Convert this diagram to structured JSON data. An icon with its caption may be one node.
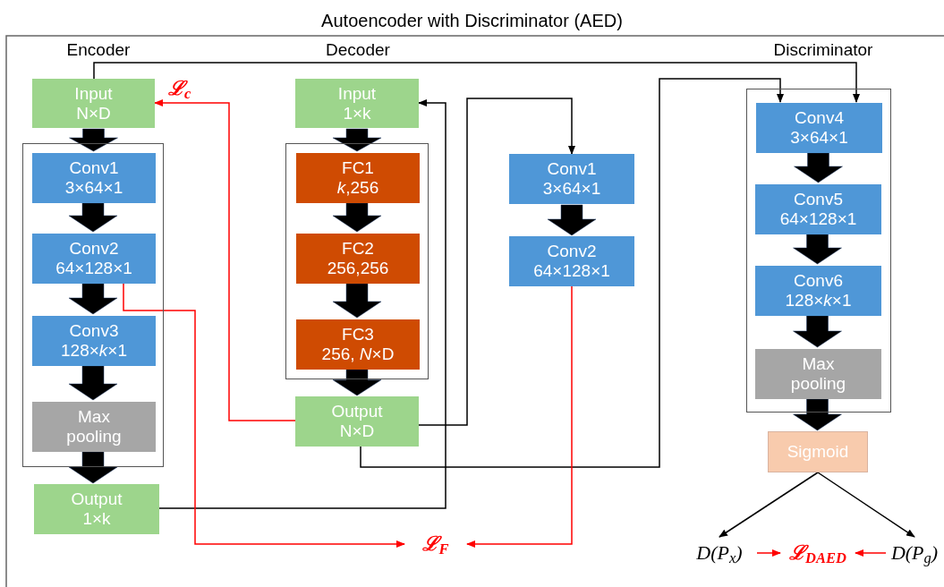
{
  "diagram": {
    "title": "Autoencoder with Discriminator (AED)",
    "nodes": [
      {
        "text": [
          "Input",
          "N×D"
        ]
      },
      {
        "text": [],
        "shape": "box"
      },
      {
        "text": [
          "Conv1",
          "3×64×1"
        ],
        "in": 1
      },
      {
        "text": [
          "Conv2",
          "64×128×1"
        ],
        "in": 1
      },
      {
        "text": [
          "Conv3",
          "128×*k*×1"
        ],
        "in": 1
      },
      {
        "text": [
          "Max pooling"
        ],
        "in": 1
      },
      {
        "text": [
          "Output",
          "1×k"
        ]
      },
      {
        "text": [
          "Input",
          "1×k"
        ]
      },
      {
        "text": [],
        "shape": "box"
      },
      {
        "text": [
          "FC1",
          "*k*,256"
        ],
        "in": 8
      },
      {
        "text": [
          "FC2",
          "256,256"
        ],
        "in": 8
      },
      {
        "text": [
          "FC3",
          "256, *N*×D"
        ],
        "in": 8
      },
      {
        "text": [
          "Output",
          "N×D"
        ]
      },
      {
        "text": [
          "Conv1",
          "3×64×1"
        ]
      },
      {
        "text": [
          "Conv2",
          "64×128×1"
        ]
      },
      {
        "text": [],
        "shape": "box"
      },
      {
        "text": [
          "Conv4",
          "3×64×1"
        ],
        "in": 15
      },
      {
        "text": [
          "Conv5",
          "64×128×1"
        ],
        "in": 15
      },
      {
        "text": [
          "Conv6",
          "128×*k*×1"
        ],
        "in": 15
      },
      {
        "text": [
          "Max pooling"
        ],
        "in": 15
      },
      {
        "text": [
          "Sigmoid"
        ]
      },
      {
        "text": [
          "D(P$_{x}$)"
        ]
      },
      {
        "text": [
          "D(P$_{g}$)"
        ]
      },
      {
        "text": [
          "ℒ$_{F}$"
        ]
      },
      {
        "text": [
          "ℒ$_{D}$$_{AED}$"
        ]
      }
    ],
    "edges": [
      {
        "from": 0,
        "to": 2,
        "arrow": "to",
        "style": "thick"
      },
      {
        "from": 2,
        "to": 3,
        "arrow": "to",
        "style": "thick"
      },
      {
        "from": 3,
        "to": 4,
        "arrow": "to",
        "style": "thick"
      },
      {
        "from": 4,
        "to": 5,
        "arrow": "to",
        "style": "thick"
      },
      {
        "from": 5,
        "to": 6,
        "arrow": "to",
        "style": "thick"
      },
      {
        "from": 7,
        "to": 9,
        "arrow": "to",
        "style": "thick"
      },
      {
        "from": 9,
        "to": 10,
        "arrow": "to",
        "style": "thick"
      },
      {
        "from": 10,
        "to": 11,
        "arrow": "to",
        "style": "thick"
      },
      {
        "from": 11,
        "to": 12,
        "arrow": "to",
        "style": "thick"
      },
      {
        "from": 13,
        "to": 14,
        "arrow": "to",
        "style": "thick"
      },
      {
        "from": 16,
        "to": 17,
        "arrow": "to",
        "style": "thick"
      },
      {
        "from": 17,
        "to": 18,
        "arrow": "to",
        "style": "thick"
      },
      {
        "from": 18,
        "to": 19,
        "arrow": "to",
        "style": "thick"
      },
      {
        "from": 19,
        "to": 20,
        "arrow": "to",
        "style": "thick"
      },
      {
        "from": 0,
        "to": 16,
        "arrow": "to"
      },
      {
        "from": 12,
        "to": 16,
        "arrow": "to"
      },
      {
        "from": 12,
        "to": 13,
        "arrow": "to"
      },
      {
        "from": 6,
        "to": 7,
        "arrow": "to"
      },
      {
        "from": 12,
        "to": 0,
        "arrow": "to",
        "label": "ℒ$_{c}$",
        "color": "#ff0000"
      },
      {
        "from": 3,
        "to": 23,
        "arrow": "to",
        "color": "#ff0000"
      },
      {
        "from": 14,
        "to": 23,
        "arrow": "to",
        "color": "#ff0000"
      },
      {
        "from": 20,
        "to": 21,
        "arrow": "to"
      },
      {
        "from": 20,
        "to": 22,
        "arrow": "to"
      },
      {
        "from": 21,
        "to": 24,
        "arrow": "to",
        "color": "#ff0000"
      },
      {
        "from": 22,
        "to": 24,
        "arrow": "to",
        "color": "#ff0000"
      }
    ],
    "labels": [
      "Encoder",
      "Decoder",
      "Discriminator"
    ]
  }
}
